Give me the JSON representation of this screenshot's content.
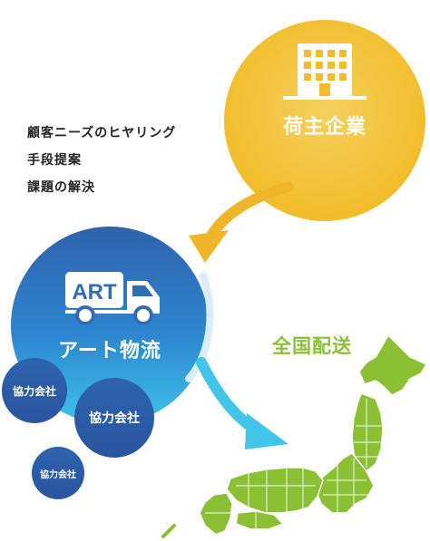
{
  "needs_list": [
    "顧客ニーズのヒヤリング",
    "手段提案",
    "課題の解決"
  ],
  "shipper": {
    "label": "荷主企業",
    "icon": "building-icon",
    "color": "#f2bd2c"
  },
  "art": {
    "label": "アート物流",
    "truck_text": "ART",
    "icon": "truck-icon",
    "color": "#2d86cf"
  },
  "partners": [
    "協力会社",
    "協力会社",
    "協力会社"
  ],
  "nationwide": {
    "label": "全国配送",
    "icon": "japan-map-icon",
    "color": "#8bc034"
  },
  "colors": {
    "orange_arrow": "#f0b62a",
    "cyan_arrow": "#41c6ea",
    "coop_blue": "#2b5aa5"
  }
}
